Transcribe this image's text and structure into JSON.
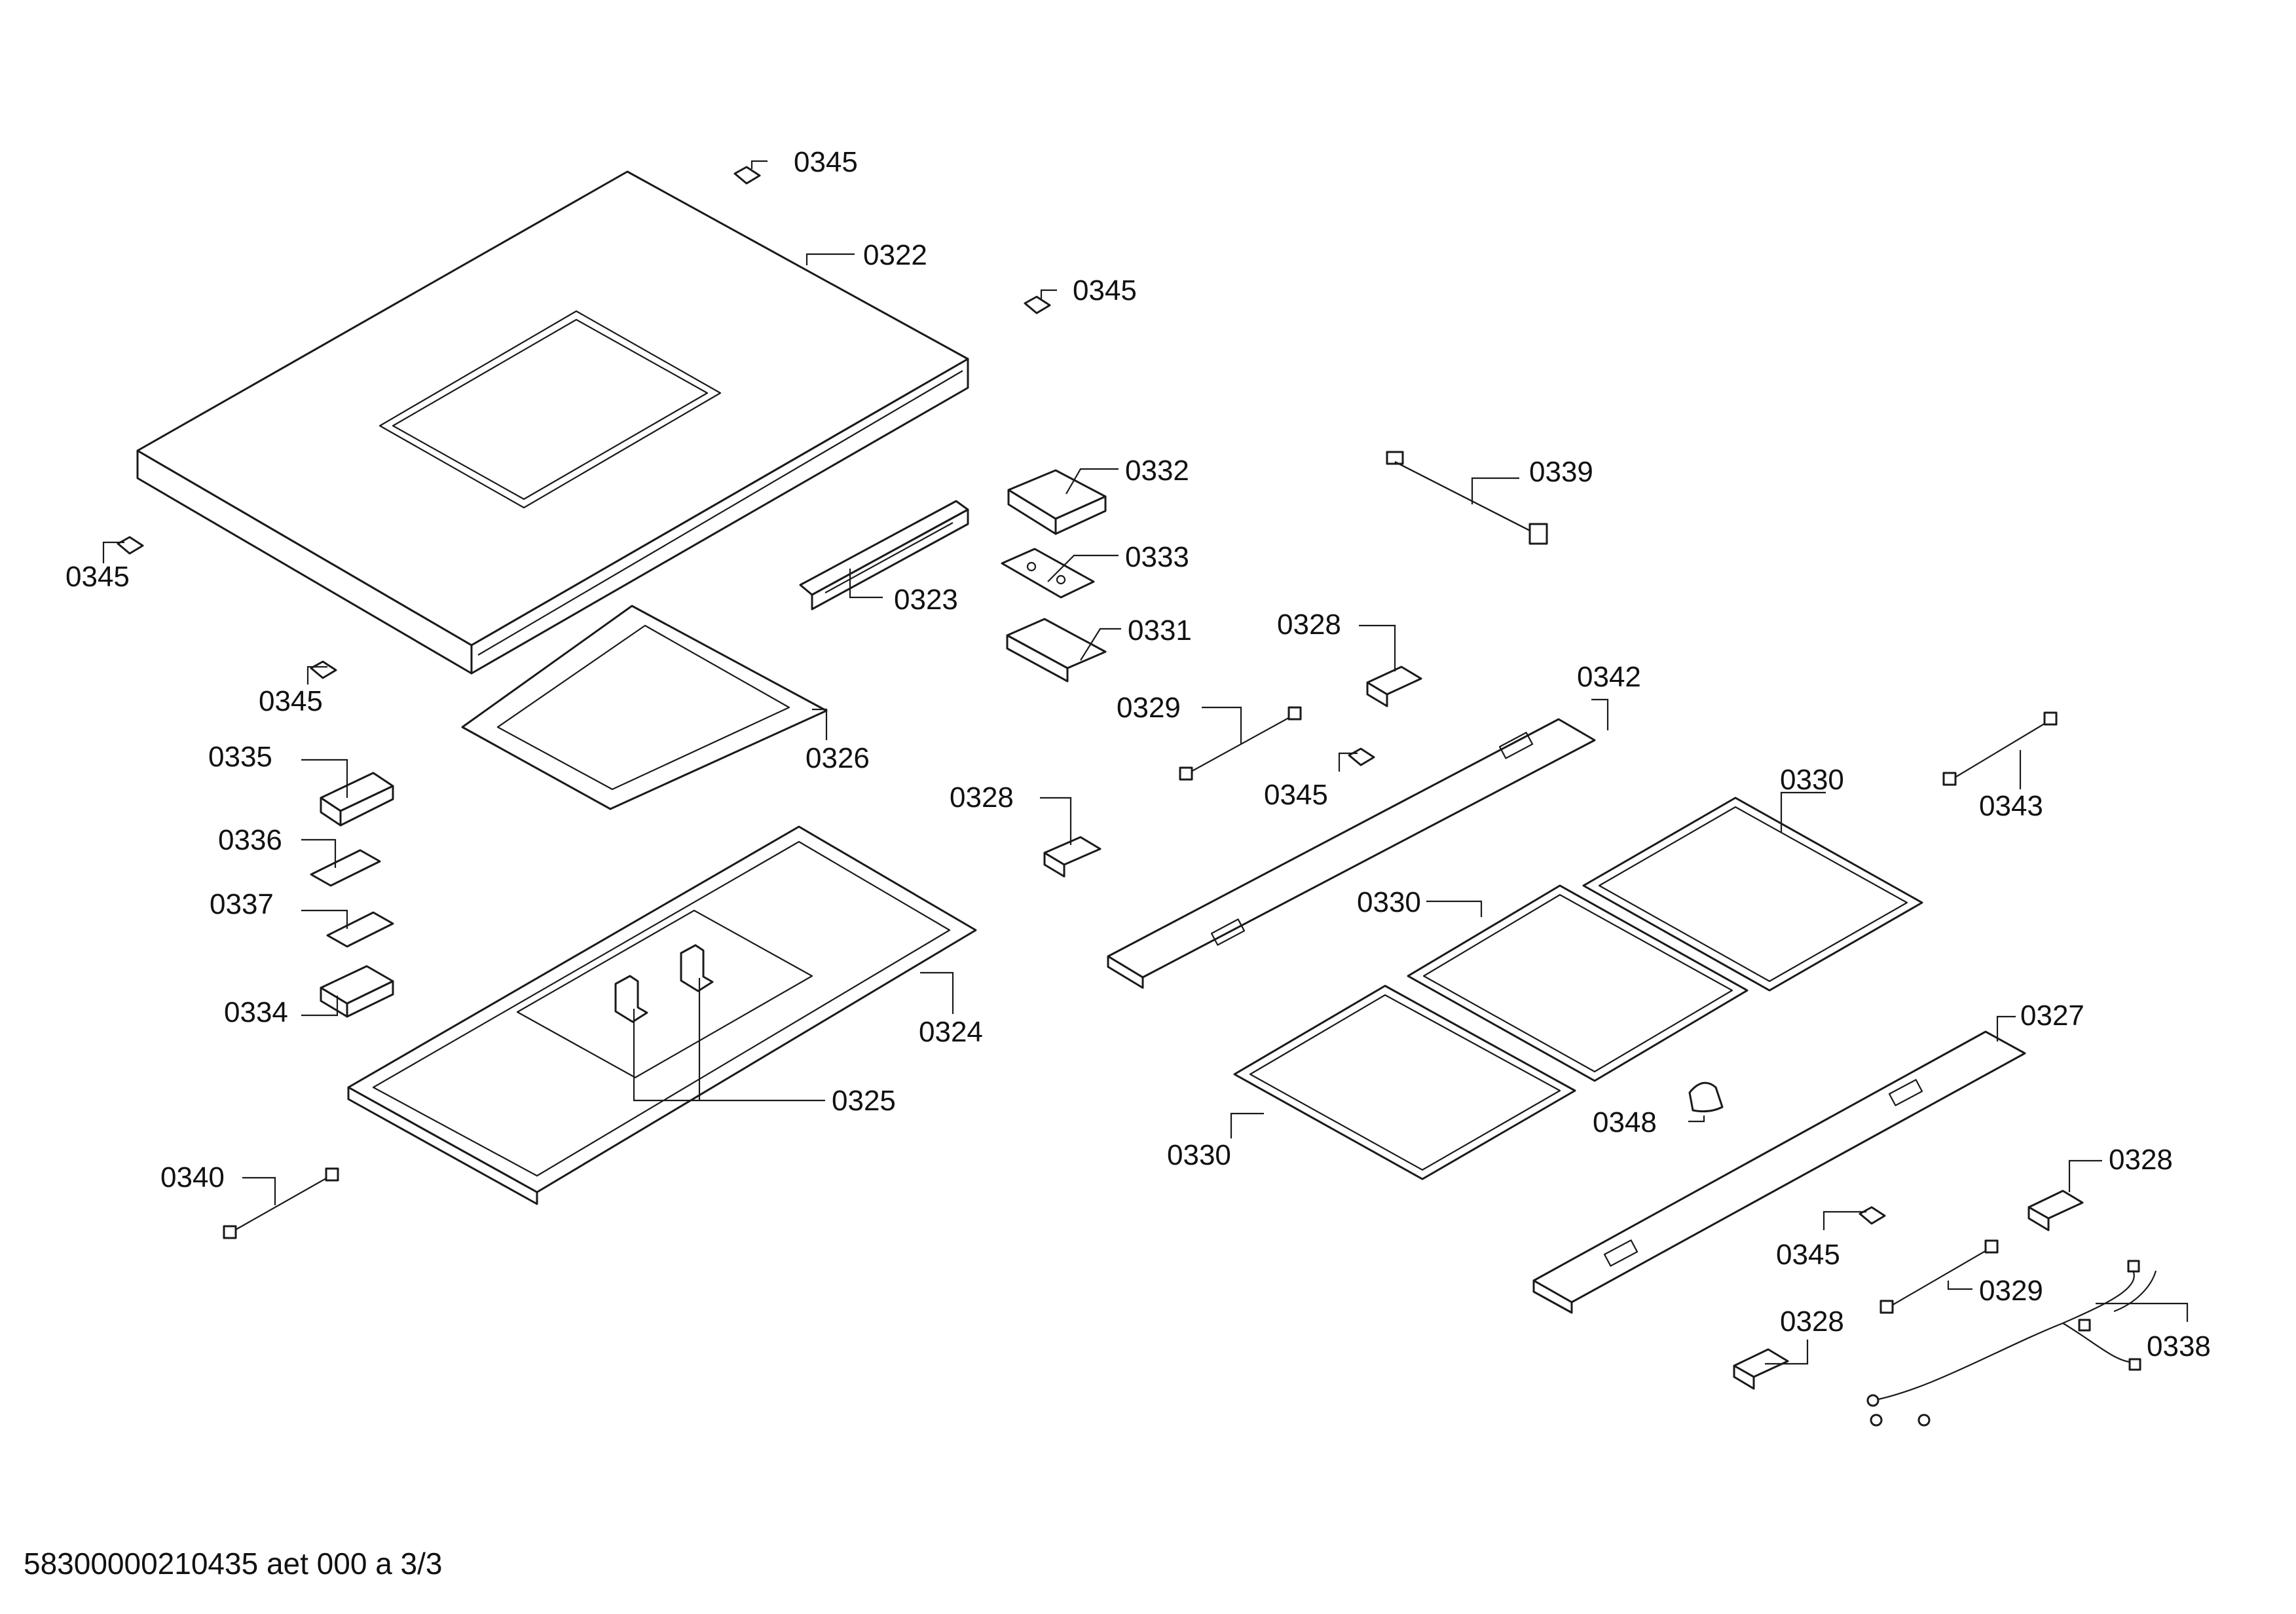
{
  "drawing": {
    "callouts": [
      "0345",
      "0322",
      "0345",
      "0345",
      "0323",
      "0332",
      "0333",
      "0331",
      "0339",
      "0345",
      "0326",
      "0335",
      "0336",
      "0337",
      "0334",
      "0324",
      "0325",
      "0328",
      "0329",
      "0345",
      "0342",
      "0328",
      "0330",
      "0343",
      "0330",
      "0330",
      "0348",
      "0327",
      "0328",
      "0345",
      "0329",
      "0338",
      "0328",
      "0340"
    ],
    "document_code": "58300000210435 aet 000 a 3/3"
  }
}
